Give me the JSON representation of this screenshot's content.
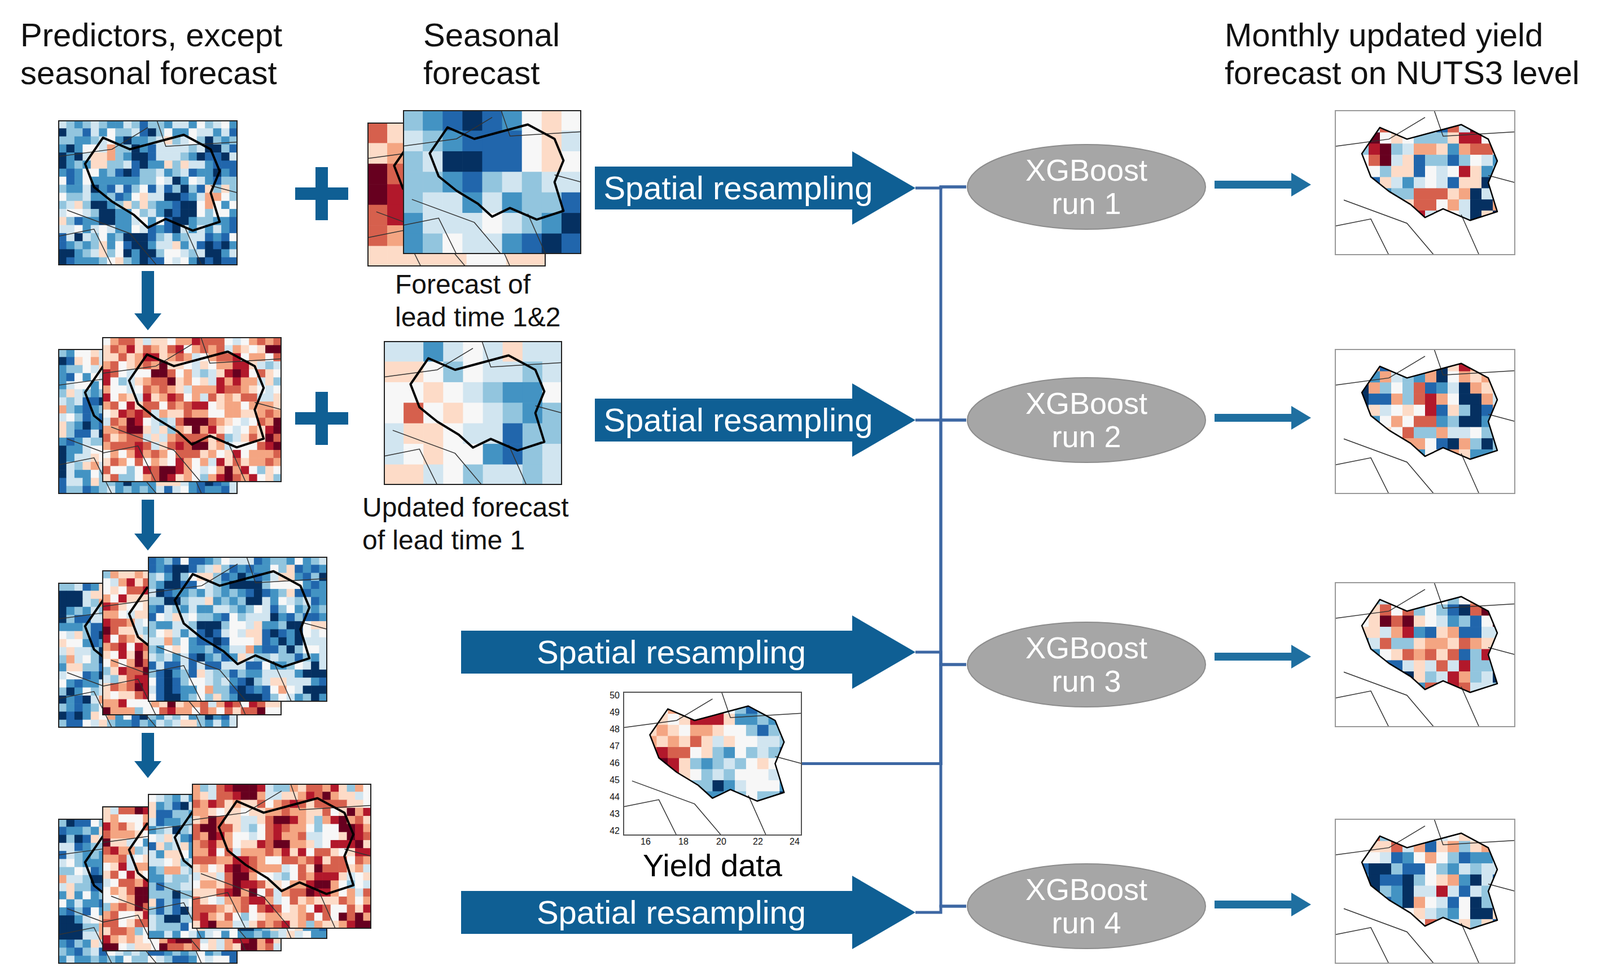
{
  "diagram": {
    "nodes": [
      {
        "text": [
          "Spatial resampling"
        ]
      },
      {
        "text": [
          "XGBoost run 1"
        ]
      },
      {
        "text": [
          "Spatial resampling"
        ]
      },
      {
        "text": [
          "XGBoost run 2"
        ]
      },
      {
        "text": [
          "Spatial resampling"
        ]
      },
      {
        "text": [
          "XGBoost run 3"
        ]
      },
      {
        "text": [
          "Yield data"
        ]
      },
      {
        "text": [
          "Spatial resampling"
        ]
      },
      {
        "text": [
          "XGBoost run 4"
        ]
      }
    ],
    "edges": [
      {
        "from": 0,
        "to": 1,
        "arrow": "none"
      },
      {
        "from": 2,
        "to": 3,
        "arrow": "none"
      },
      {
        "from": 4,
        "to": 5,
        "arrow": "none"
      },
      {
        "from": 7,
        "to": 8,
        "arrow": "none"
      },
      {
        "from": 6,
        "to": 1,
        "arrow": "none"
      },
      {
        "from": 6,
        "to": 3,
        "arrow": "none"
      },
      {
        "from": 6,
        "to": 5,
        "arrow": "none"
      },
      {
        "from": 6,
        "to": 8,
        "arrow": "none"
      }
    ],
    "labels": [
      "Predictors, except seasonal forecast",
      "Seasonal forecast",
      "Monthly updated yield forecast on NUTS3 level",
      "Forecast of lead time 1&2",
      "Updated forecast of lead time 1",
      "50",
      "49",
      "48",
      "47",
      "46",
      "45",
      "44",
      "43",
      "42",
      "16",
      "18",
      "20",
      "22",
      "24"
    ]
  }
}
